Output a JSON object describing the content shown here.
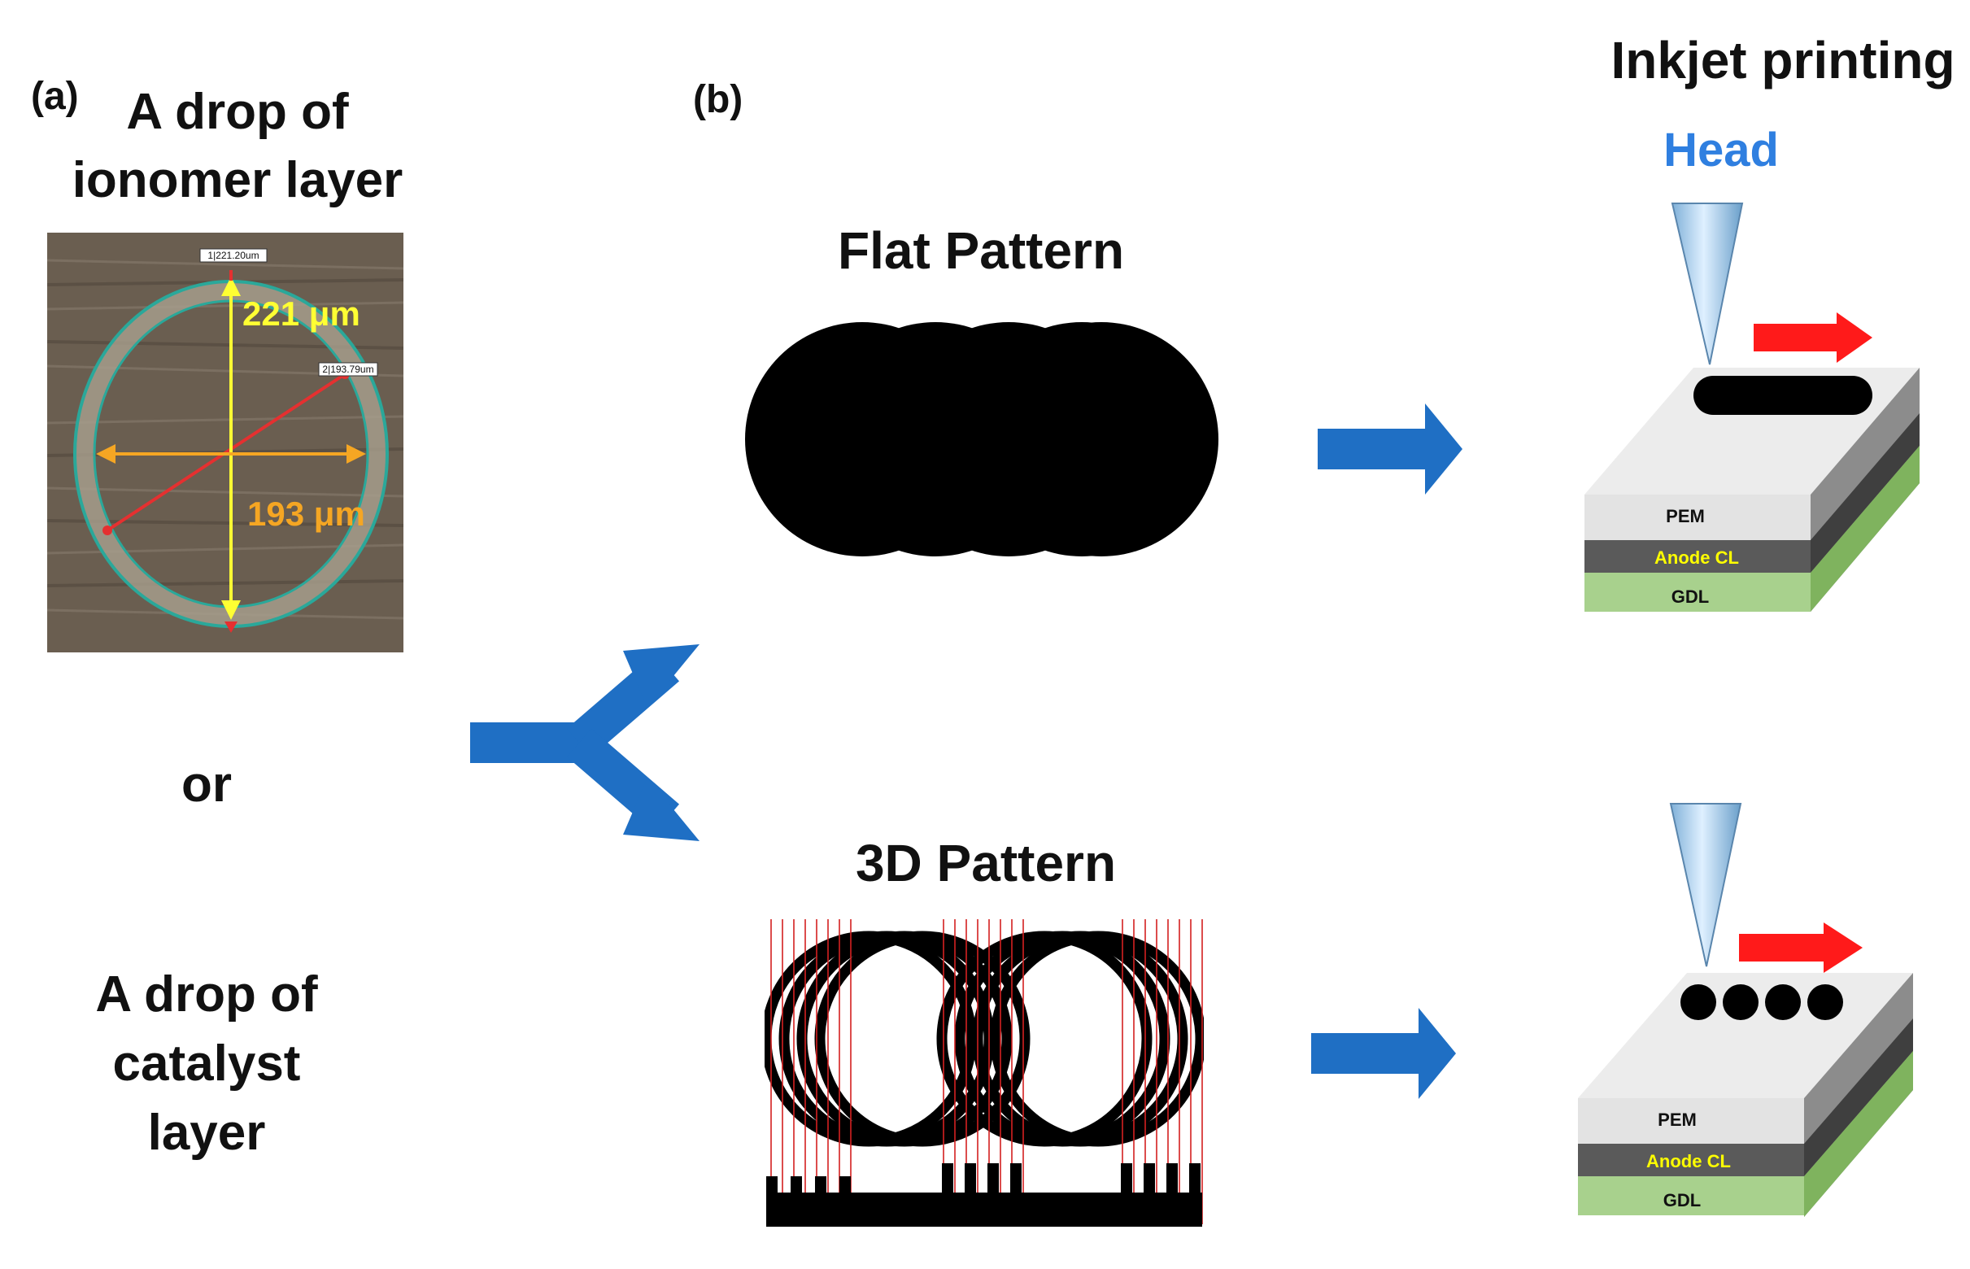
{
  "panel_a": {
    "label": "(a)",
    "title_line1": "A drop of",
    "title_line2": "ionomer layer",
    "micrograph": {
      "tag_1": "1|221.20um",
      "tag_2": "2|193.79um",
      "dim_vertical": "221 μm",
      "dim_horizontal": "193 μm"
    },
    "or_text": "or",
    "catalyst_line1": "A drop of",
    "catalyst_line2": "catalyst",
    "catalyst_line3": "layer"
  },
  "panel_b": {
    "label": "(b)",
    "flat_title": "Flat Pattern",
    "pattern_3d_title": "3D Pattern",
    "inkjet_title": "Inkjet printing",
    "head_label": "Head",
    "layers": {
      "pem": "PEM",
      "anode": "Anode CL",
      "gdl": "GDL"
    }
  },
  "colors": {
    "arrow_blue": "#1f6fc4",
    "arrow_red": "#ff1a1a",
    "head_label": "#2f7fe0",
    "dim_vertical": "#ffff33",
    "dim_horizontal": "#f5a623",
    "diagonal": "#e53030",
    "ring": "#2aa89a",
    "micrograph_bg": "#6a5e50",
    "pem_top": "#e9e9e9",
    "anode": "#5a5a5a",
    "anode_text": "#ffff00",
    "gdl": "#a8d18d"
  }
}
